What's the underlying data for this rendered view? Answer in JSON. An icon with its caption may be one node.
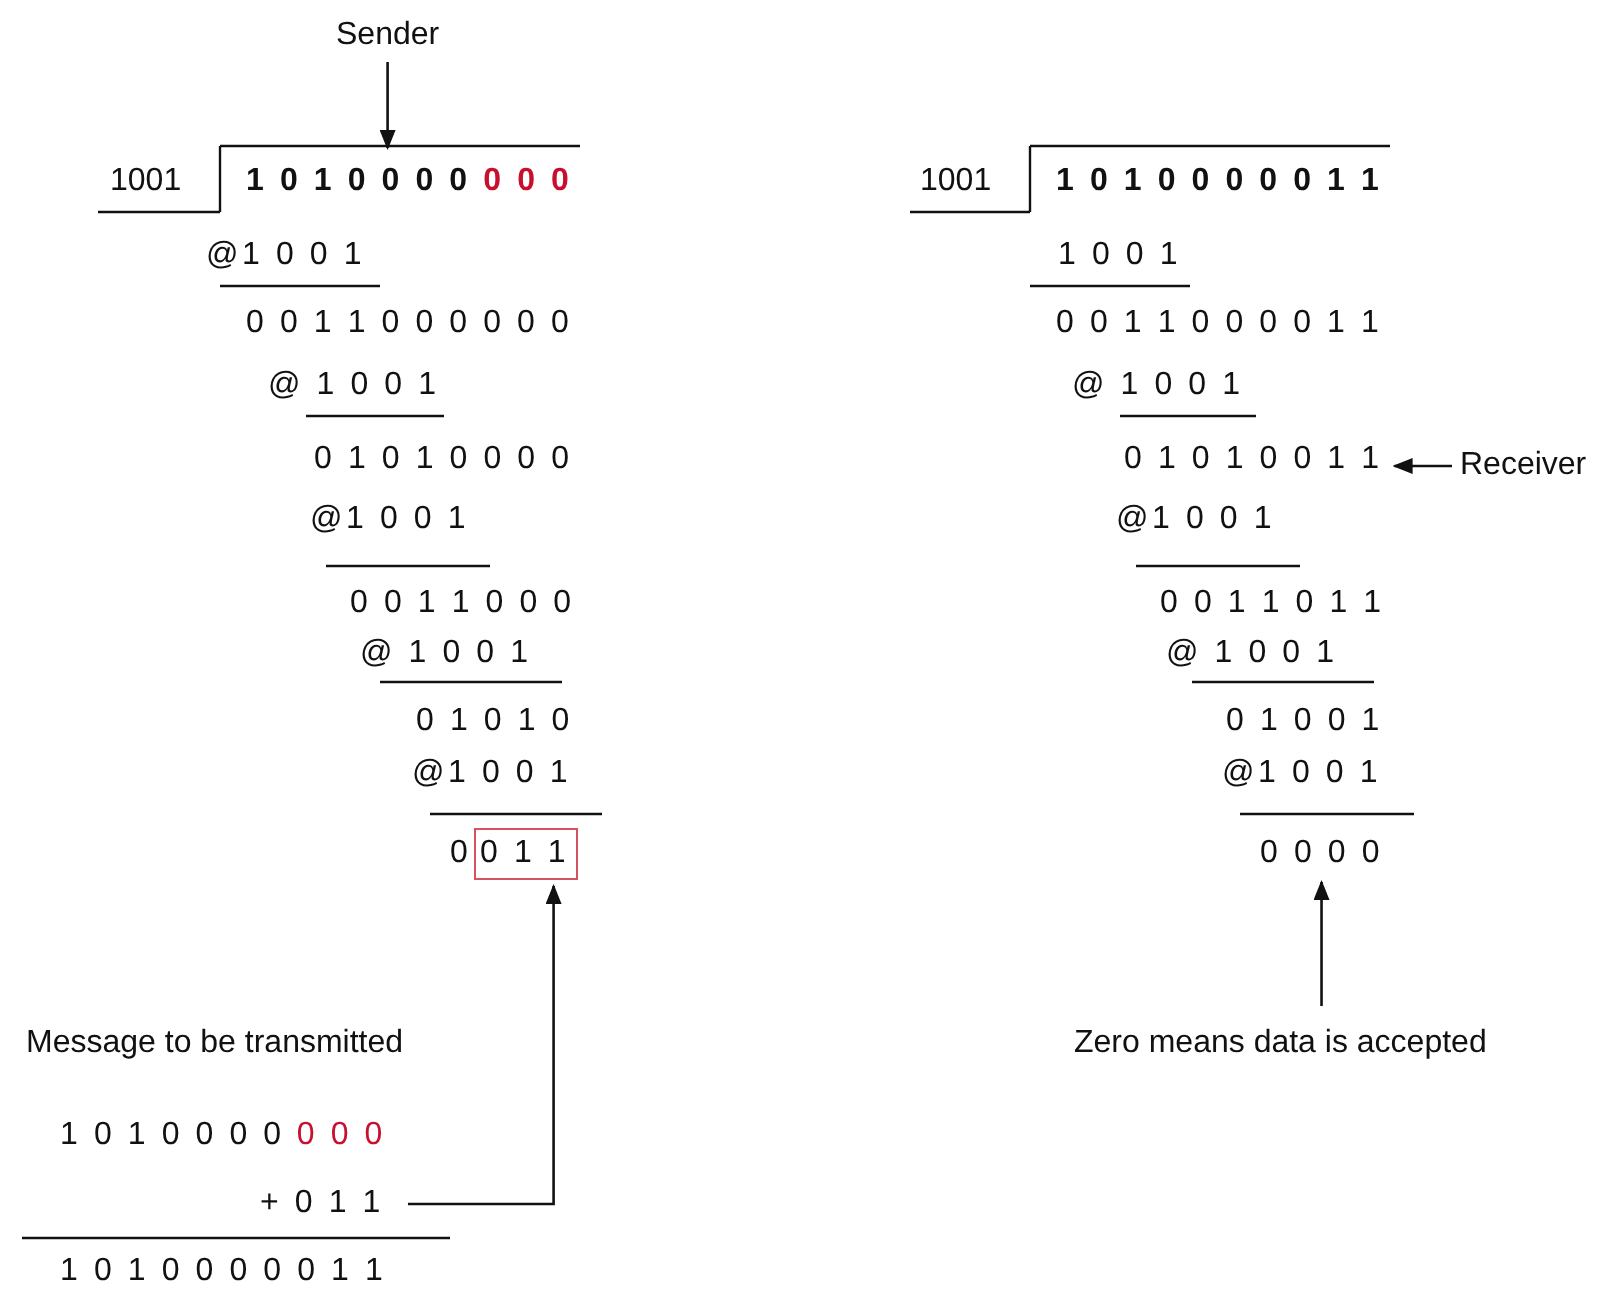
{
  "diagram": {
    "nodes": [
      {
        "text": [
          "Sender"
        ]
      },
      {
        "text": [
          "1 0 1 0 0 0 0",
          "0 0 0"
        ]
      },
      {
        "text": [
          "0 1 1"
        ]
      },
      {
        "text": [
          "+ 0 1 1"
        ]
      },
      {
        "text": [
          "0 1 0 1 0 0 1 1"
        ]
      },
      {
        "text": [
          "Receiver"
        ]
      },
      {
        "text": [
          "0 0 0 0"
        ]
      },
      {
        "text": [
          "Zero means data is accepted"
        ]
      }
    ],
    "edges": [
      {
        "from": 0,
        "to": 1,
        "arrow": "to"
      },
      {
        "from": 3,
        "to": 2,
        "arrow": "to"
      },
      {
        "from": 5,
        "to": 4,
        "arrow": "to"
      },
      {
        "from": 7,
        "to": 6,
        "arrow": "to"
      }
    ],
    "labels": [
      "1001",
      "@1 0 0 1",
      "0 0 1 1 0 0 0 0 0 0",
      "@ 1 0 0 1",
      "0 1 0 1 0 0 0 0",
      "@1 0 0 1",
      "0 0 1 1 0 0 0",
      "@ 1 0 0 1",
      "0 1 0 1 0",
      "@1 0 0 1",
      "0",
      "Message to be transmitted",
      "1 0 1 0 0 0 0",
      "0 0 0",
      "1 0 1 0 0 0 0 0 1 1",
      "1001",
      "1 0 1 0 0 0 0 0 1 1",
      "1 0 0 1",
      "0 0 1 1 0 0 0 0 1 1",
      "@ 1 0 0 1",
      "@1 0 0 1",
      "0 0 1 1 0 1 1",
      "@ 1 0 0 1",
      "0 1 0 0 1",
      "@1 0 0 1"
    ]
  }
}
